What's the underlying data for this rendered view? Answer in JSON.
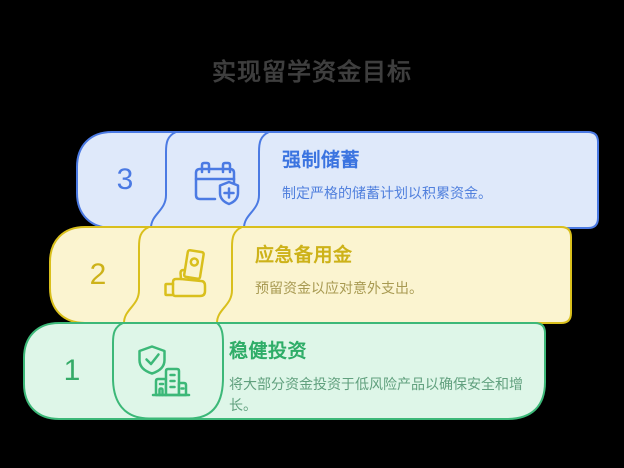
{
  "page": {
    "background_color": "#000000",
    "title": "实现留学资金目标",
    "title_color": "#3e3e3e"
  },
  "items": [
    {
      "number": "3",
      "title": "强制储蓄",
      "description": "制定严格的储蓄计划以积累资金。",
      "icon": "calendar-shield-plus-icon",
      "theme": {
        "border": "#4b7ae3",
        "fill": "#dfe9fa",
        "title_color": "#3b74e0",
        "desc_color": "#5180dd",
        "number_color": "#4b7ae3"
      }
    },
    {
      "number": "2",
      "title": "应急备用金",
      "description": "预留资金以应对意外支出。",
      "icon": "cash-in-hand-icon",
      "theme": {
        "border": "#d9bf1c",
        "fill": "#fbf4d0",
        "title_color": "#cdb219",
        "desc_color": "#a89a52",
        "number_color": "#cdb219"
      }
    },
    {
      "number": "1",
      "title": "稳健投资",
      "description": "将大部分资金投资于低风险产品以确保安全和增长。",
      "icon": "shield-check-building-icon",
      "theme": {
        "border": "#3cb878",
        "fill": "#def6e8",
        "title_color": "#2fad68",
        "desc_color": "#61a07e",
        "number_color": "#35ab68"
      }
    }
  ]
}
